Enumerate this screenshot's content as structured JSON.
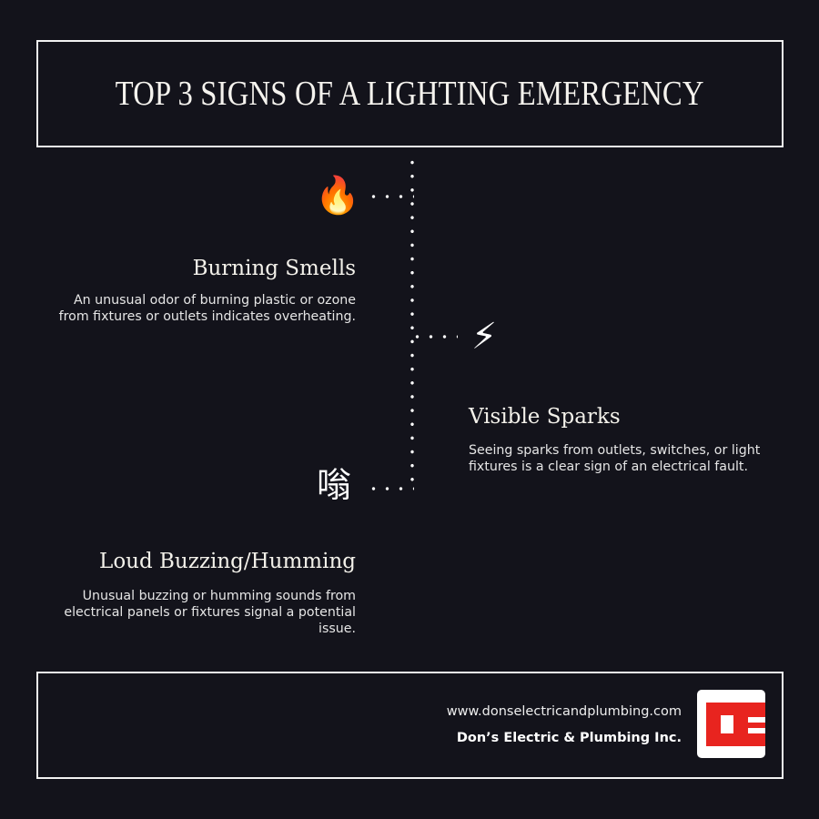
{
  "header": {
    "title": "TOP 3 SIGNS OF A LIGHTING EMERGENCY"
  },
  "signs": [
    {
      "icon": "🔥",
      "icon_name": "fire-icon",
      "title": "Burning Smells",
      "description": "An unusual odor of burning plastic or ozone from fixtures or outlets indicates overheating."
    },
    {
      "icon": "⚡",
      "icon_name": "lightning-icon",
      "title": "Visible Sparks",
      "description": "Seeing sparks from outlets, switches, or light fixtures is a clear sign of an electrical fault."
    },
    {
      "icon": "嗡",
      "icon_name": "buzz-character-icon",
      "title": "Loud Buzzing/Humming",
      "description": "Unusual buzzing or humming sounds from electrical panels or fixtures signal a potential issue."
    }
  ],
  "footer": {
    "url": "www.donselectricandplumbing.com",
    "company": "Don’s Electric & Plumbing Inc.",
    "logo_color": "#e8241f"
  },
  "colors": {
    "background": "#13131b",
    "border": "#f2f2f2",
    "text": "#f3f1ea"
  }
}
